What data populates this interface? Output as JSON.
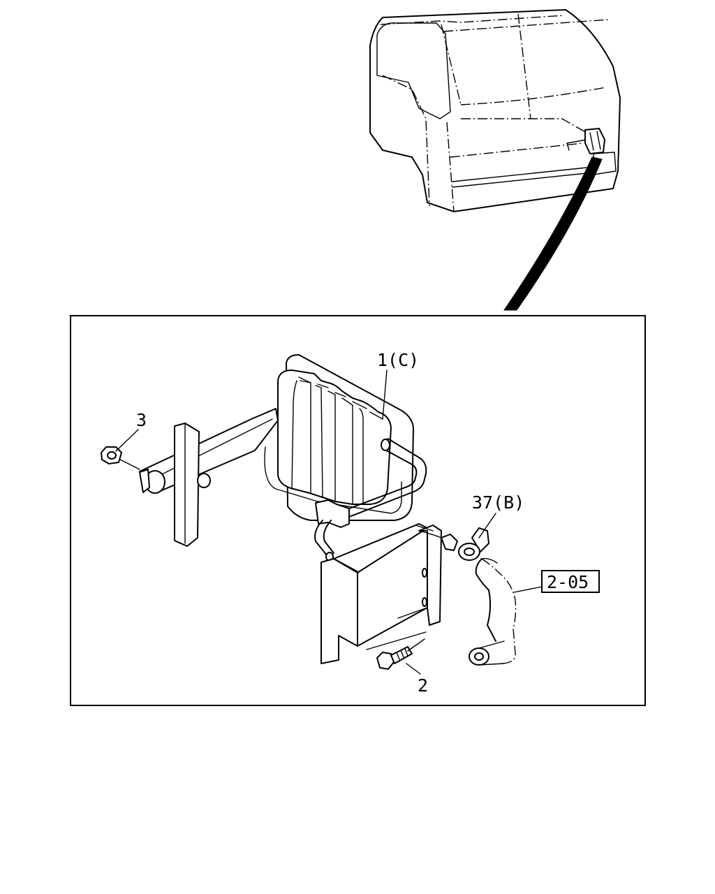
{
  "callouts": {
    "part_1": "1(C)",
    "part_3": "3",
    "part_37": "37(B)",
    "part_2": "2",
    "ref_box": "2-05"
  }
}
